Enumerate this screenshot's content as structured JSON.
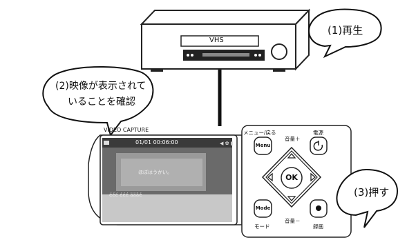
{
  "vcr": {
    "label": "VHS"
  },
  "callouts": {
    "play": "(1)再生",
    "confirm_line1": "(2)映像が表示されて",
    "confirm_line2": "いることを確認",
    "press": "(3)押す"
  },
  "device": {
    "brand": "VIDEO CAPTURE",
    "screen_timestamp": "01/01 00:06:00",
    "screen_caption": "ほぼはうかい。",
    "buttons": {
      "menu_caption": "メニュー/戻る",
      "menu_label": "Menu",
      "volume_up": "音量＋",
      "power_caption": "電源",
      "ok_label": "OK",
      "mode_label": "Mode",
      "mode_caption": "モード",
      "volume_down": "音量－",
      "record_caption": "録画"
    }
  }
}
